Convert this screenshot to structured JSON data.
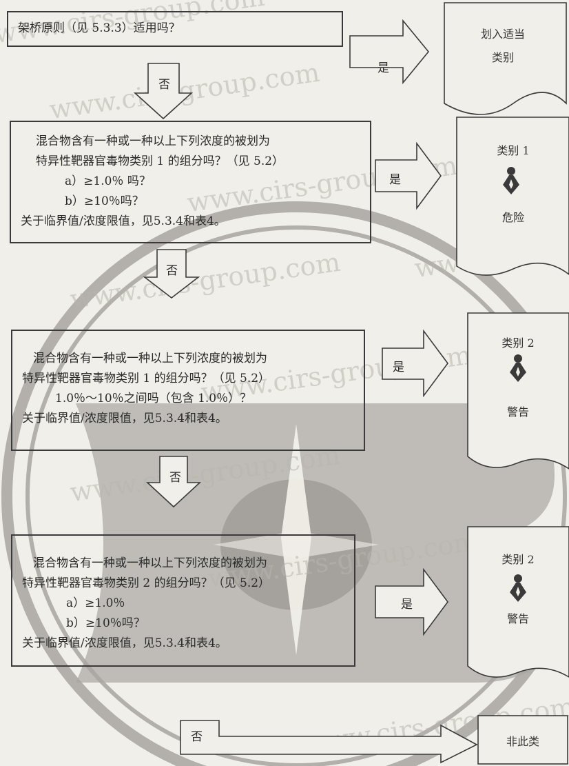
{
  "watermark": "www.cirs-group.com",
  "start": {
    "text": "架桥原则（见 5.3.3）适用吗？"
  },
  "yes_label": "是",
  "no_label": "否",
  "step1": {
    "lines": [
      "混合物含有一种或一种以上下列浓度的被划为",
      "特异性靶器官毒物类别 1 的组分吗？（见 5.2）",
      "a）≥1.0％ 吗？",
      "b）≥10％吗？",
      "关于临界值/浓度限值，见5.3.4和表4。"
    ]
  },
  "step2": {
    "lines": [
      "混合物含有一种或一种以上下列浓度的被划为",
      "特异性靶器官毒物类别 1 的组分吗？（见 5.2）",
      "1.0％～10％之间吗（包含 1.0％）？",
      "关于临界值/浓度限值，见5.3.4和表4。"
    ]
  },
  "step3": {
    "lines": [
      "混合物含有一种或一种以上下列浓度的被划为",
      "特异性靶器官毒物类别 2 的组分吗？（见 5.2）",
      "a）≥1.0％",
      "b）≥10％吗？",
      "关于临界值/浓度限值，见5.3.4和表4。"
    ]
  },
  "result0": {
    "line1": "划入适当",
    "line2": "类别"
  },
  "result1": {
    "category": "类别 1",
    "signal": "危险"
  },
  "result2": {
    "category": "类别 2",
    "signal": "警告"
  },
  "result3": {
    "category": "类别 2",
    "signal": "警告"
  },
  "result_final": {
    "text": "非此类"
  },
  "colors": {
    "ink": "#3a3a3a",
    "paper": "#f1efe9",
    "logo_gray": "#9d9a96"
  }
}
